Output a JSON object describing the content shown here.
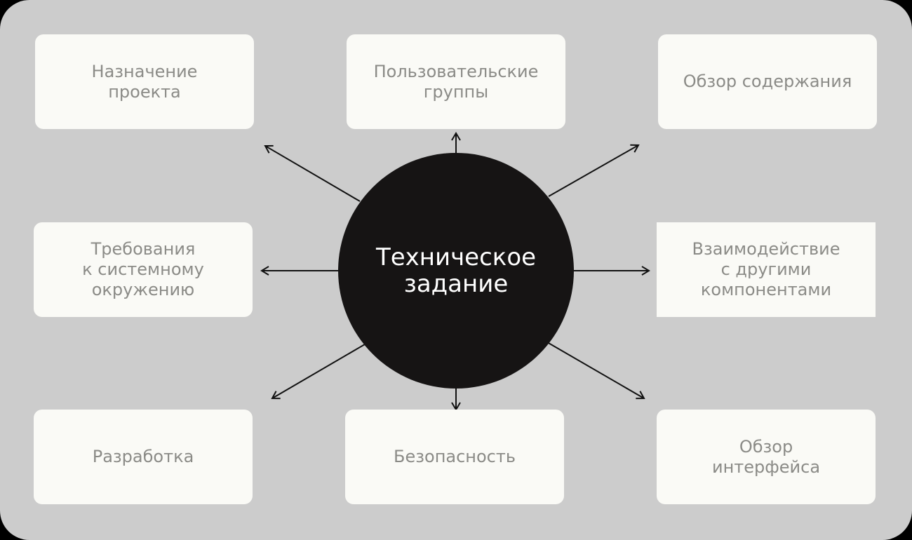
{
  "center": {
    "label": "Техническое\nзадание"
  },
  "nodes": [
    {
      "label": "Назначение\nпроекта"
    },
    {
      "label": "Пользовательские\nгруппы"
    },
    {
      "label": "Обзор содержания"
    },
    {
      "label": "Требования\nк системному\nокружению"
    },
    {
      "label": "Взаимодействие\nс другими\nкомпонентами"
    },
    {
      "label": "Разработка"
    },
    {
      "label": "Безопасность"
    },
    {
      "label": "Обзор\nинтерфейса"
    }
  ],
  "colors": {
    "panel": "#cccccc",
    "box": "#fafaf6",
    "box_text": "#8b8b87",
    "circle": "#161414",
    "arrow": "#111111"
  }
}
